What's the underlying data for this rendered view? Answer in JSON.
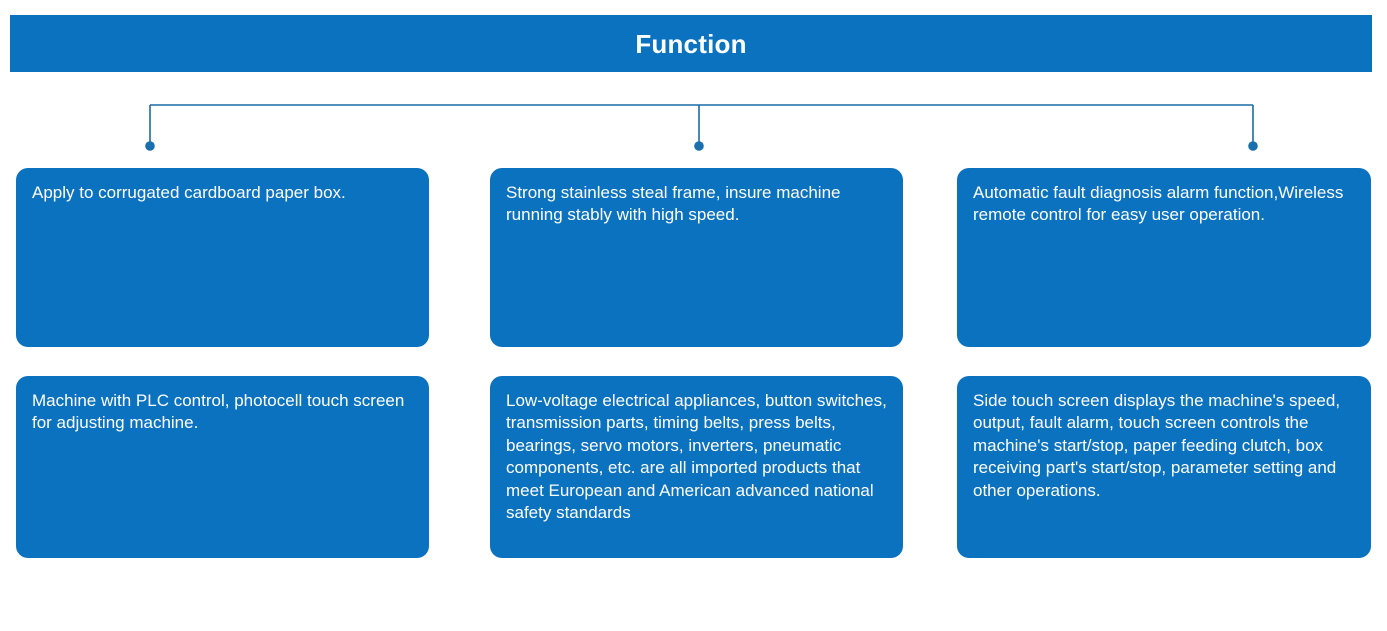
{
  "header": {
    "title": "Function",
    "background_color": "#0b72c0",
    "text_color": "#ffffff"
  },
  "connector": {
    "line_color": "#1c6ba5",
    "dot_color": "#1a6fae",
    "branch_count": 3
  },
  "cards": {
    "background_color": "#0b72c0",
    "text_color": "#ffffff",
    "items": [
      {
        "id": "apply-to-corrugated-cardboard-paper-box",
        "text": "Apply to corrugated cardboard paper box."
      },
      {
        "id": "strong-stainless-steal-frame",
        "text": "Strong stainless steal frame, insure machine running stably with high speed."
      },
      {
        "id": "automatic-fault-diagnosis-alarm",
        "text": "Automatic fault diagnosis alarm function,Wireless remote control for easy user operation."
      },
      {
        "id": "machine-with-plc-control",
        "text": "Machine with PLC control, photocell touch screen for adjusting machine."
      },
      {
        "id": "low-voltage-electrical-appliances",
        "text": "Low-voltage electrical appliances, button switches, transmission parts, timing belts, press belts, bearings, servo motors, inverters, pneumatic components, etc. are all imported products that meet European and American advanced national safety standards"
      },
      {
        "id": "side-touch-screen-displays",
        "text": "Side touch screen displays the machine's speed, output, fault alarm, touch screen controls the machine's start/stop, paper feeding clutch, box receiving part's start/stop, parameter setting and other operations."
      }
    ]
  }
}
